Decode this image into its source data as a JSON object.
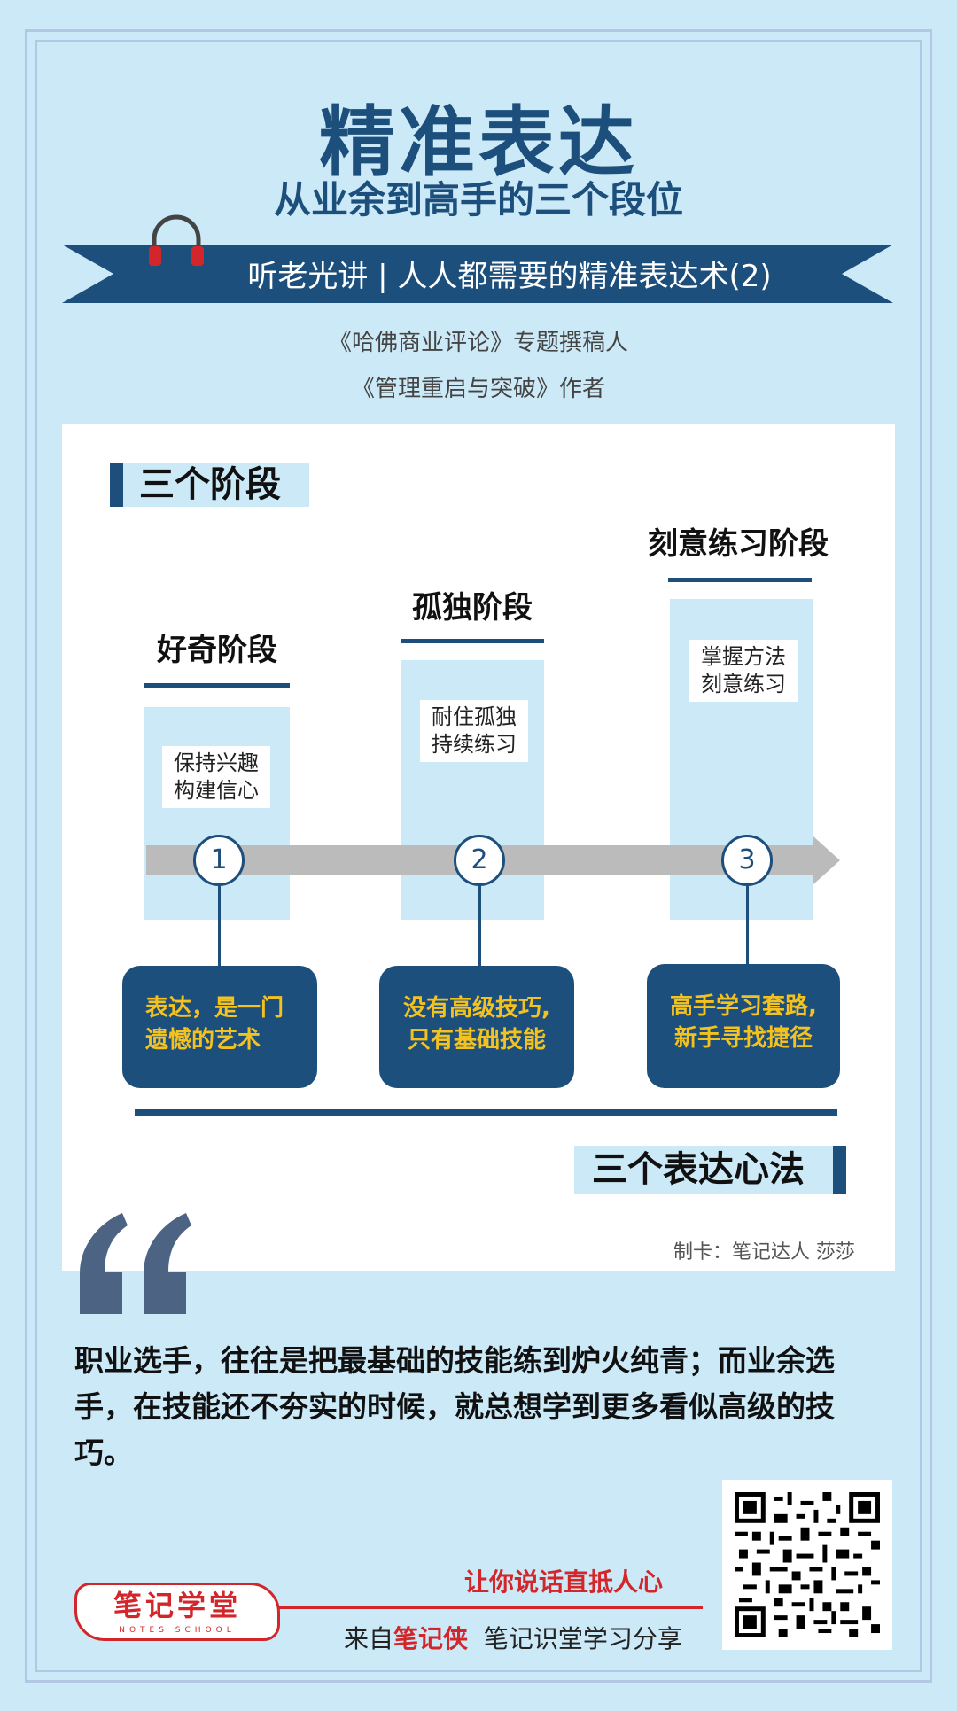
{
  "header": {
    "title": "精准表达",
    "subtitle": "从业余到高手的三个段位",
    "ribbon": "听老光讲 | 人人都需要的精准表达术(2)",
    "author_lines": [
      "《哈佛商业评论》专题撰稿人",
      "《管理重启与突破》作者"
    ]
  },
  "section1": {
    "title": "三个阶段"
  },
  "stages": [
    {
      "title": "好奇阶段",
      "note_line1": "保持兴趣",
      "note_line2": "构建信心",
      "number": "1",
      "box_line1": "表达，是一门",
      "box_line2": "遗憾的艺术"
    },
    {
      "title": "孤独阶段",
      "note_line1": "耐住孤独",
      "note_line2": "持续练习",
      "number": "2",
      "box_line1": "没有高级技巧,",
      "box_line2": "只有基础技能"
    },
    {
      "title": "刻意练习阶段",
      "note_line1": "掌握方法",
      "note_line2": "刻意练习",
      "number": "3",
      "box_line1": "高手学习套路,",
      "box_line2": "新手寻找捷径"
    }
  ],
  "section2": {
    "title": "三个表达心法"
  },
  "maker": "制卡：笔记达人  莎莎",
  "quote": "职业选手，往往是把最基础的技能练到炉火纯青；而业余选手，在技能还不夯实的时候，就总想学到更多看似高级的技巧。",
  "footer": {
    "slogan": "让你说话直抵人心",
    "from_prefix": "来自",
    "from_brand": "笔记侠",
    "from_suffix": "  笔记识堂学习分享",
    "logo_cn": "笔记学堂",
    "logo_en": "NOTES SCHOOL"
  },
  "colors": {
    "primary": "#1d4f7c",
    "background": "#cce9f7",
    "accent_yellow": "#f4c21f",
    "accent_red": "#d3262b"
  }
}
